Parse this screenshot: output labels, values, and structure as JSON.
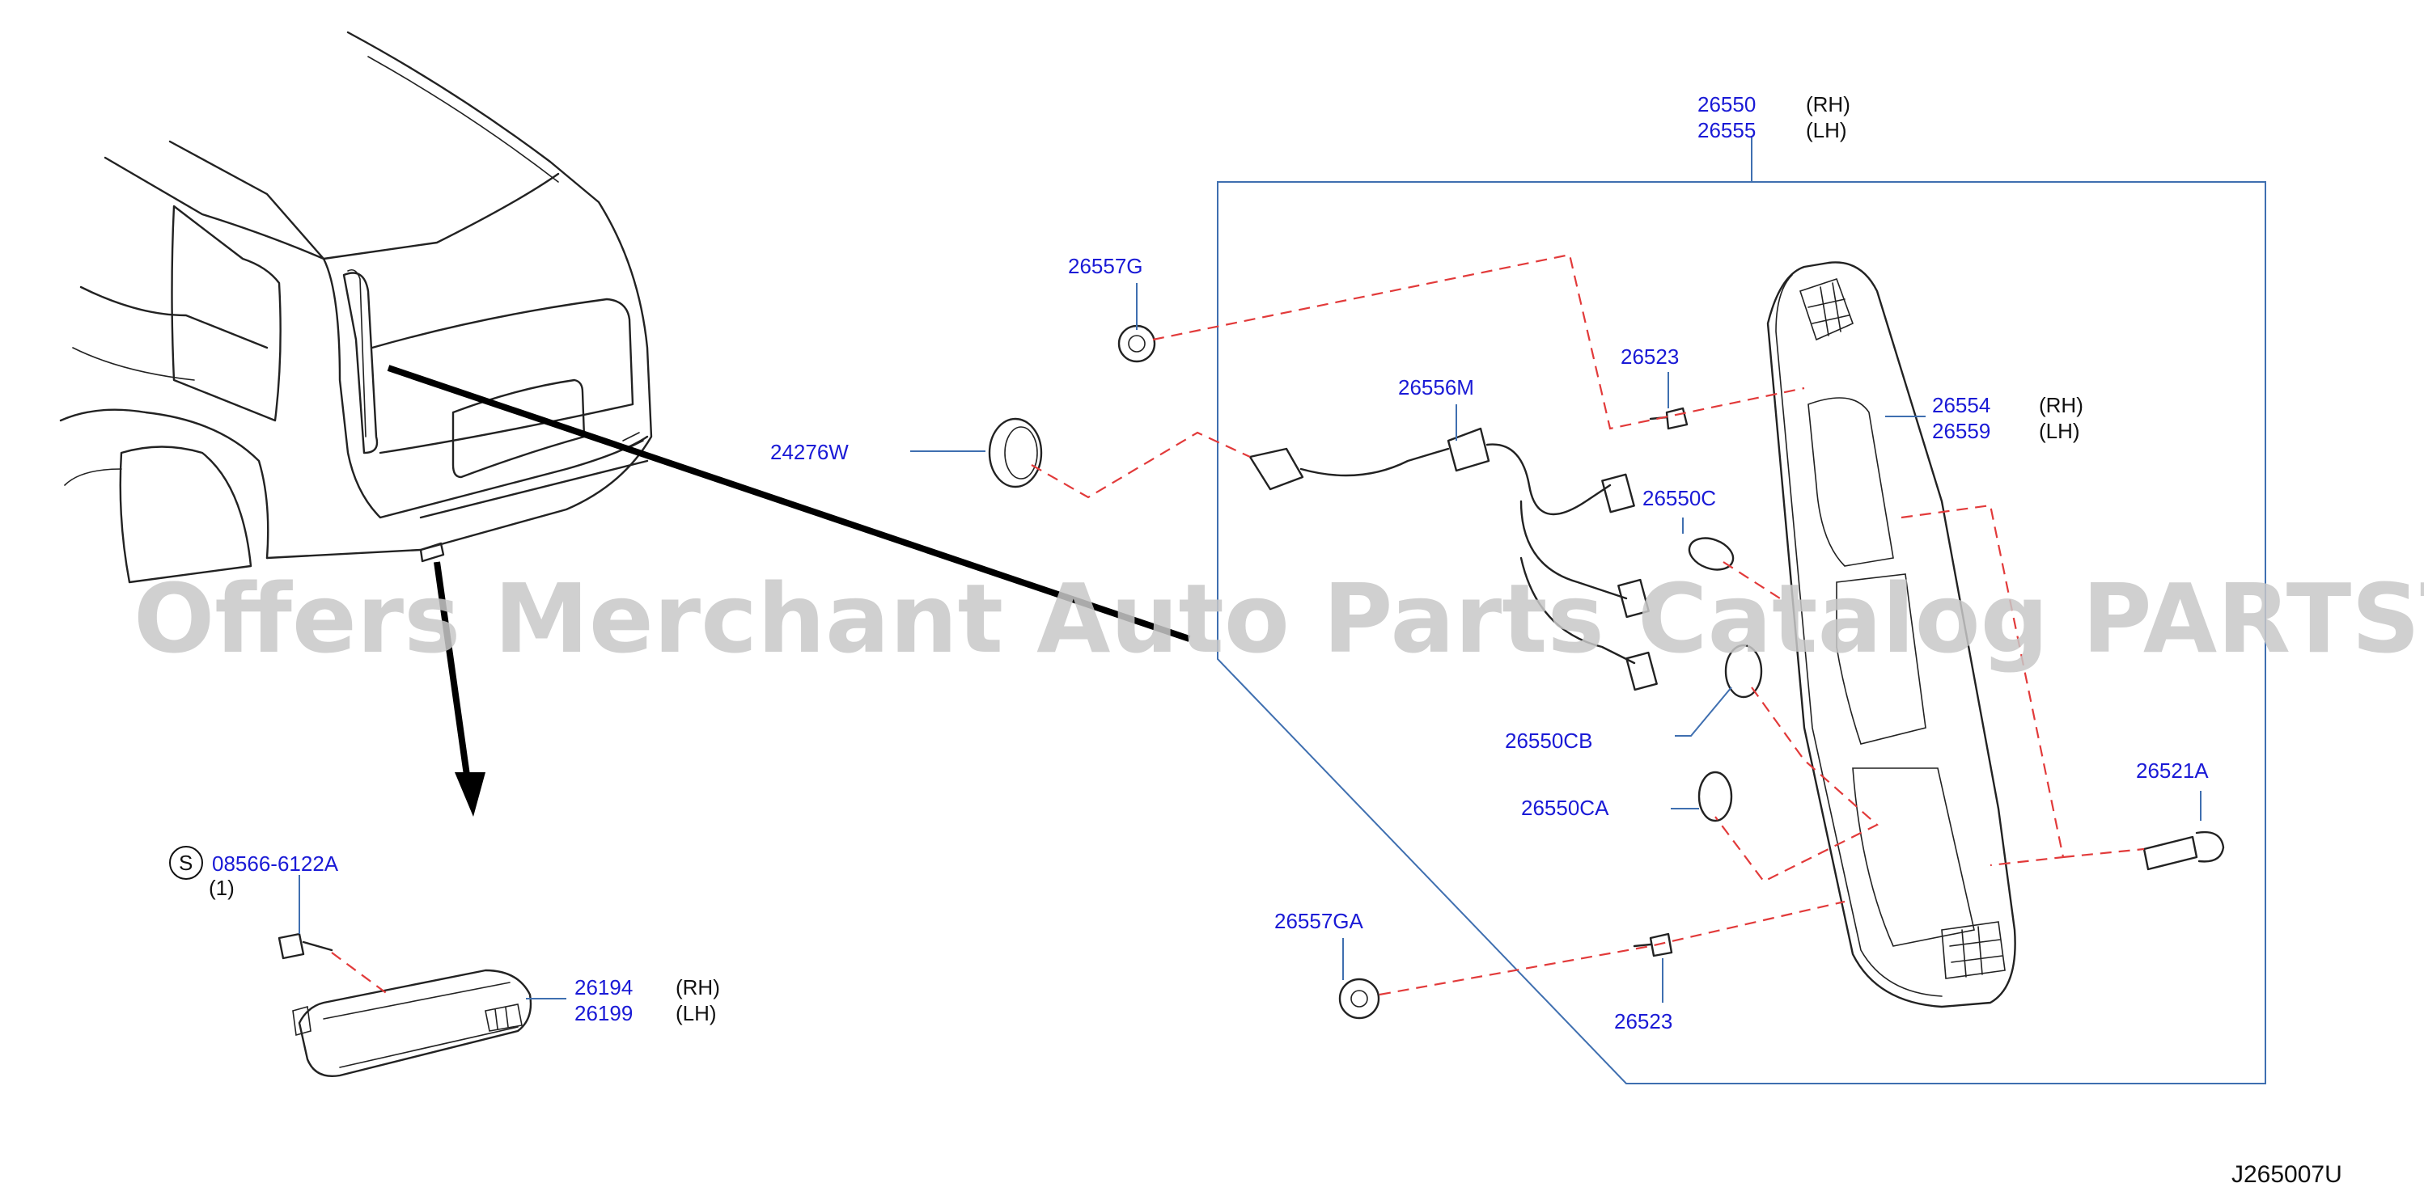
{
  "watermark": "Offers Merchant Auto Parts Catalog PARTSTORE.SA",
  "diagram_code": "J265007U",
  "callouts": {
    "tail_lamp_assy_rh": "26550",
    "tail_lamp_assy_lh": "26555",
    "tail_lamp_lens_rh": "26554",
    "tail_lamp_lens_lh": "26559",
    "grommet_upper": "26557G",
    "grommet_lower": "26557GA",
    "bulb_socket_grommet": "24276W",
    "harness": "26556M",
    "screw_upper": "26523",
    "screw_lower": "26523",
    "bulb_c": "26550C",
    "bulb_cb": "26550CB",
    "bulb_ca": "26550CA",
    "bolt_right": "26521A",
    "bolt_small": "08566-6122A",
    "bolt_small_qty": "(1)",
    "bolt_symbol": "S",
    "side_marker_rh": "26194",
    "side_marker_lh": "26199"
  },
  "side_labels": {
    "rh": "(RH)",
    "lh": "(LH)"
  }
}
